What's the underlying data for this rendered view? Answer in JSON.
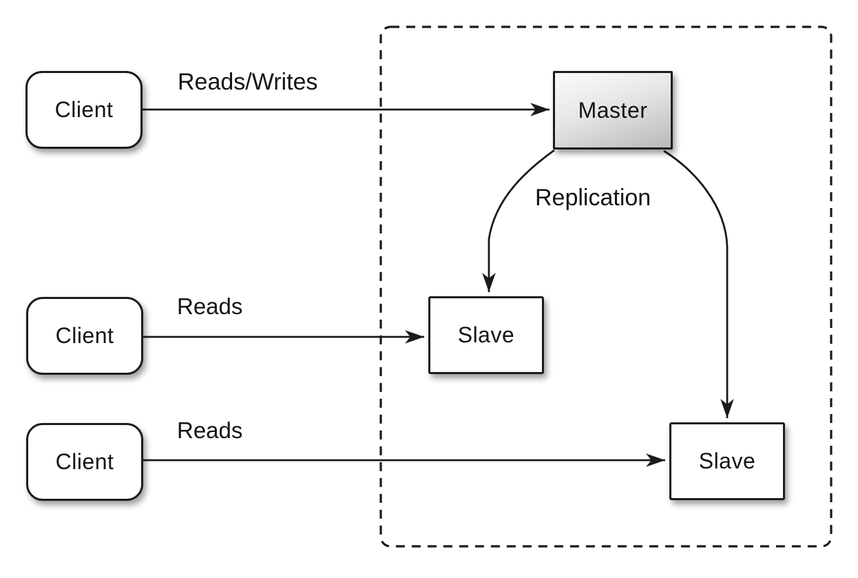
{
  "diagram": {
    "type": "master-slave-replication",
    "nodes": {
      "client1": {
        "label": "Client"
      },
      "client2": {
        "label": "Client"
      },
      "client3": {
        "label": "Client"
      },
      "master": {
        "label": "Master"
      },
      "slave1": {
        "label": "Slave"
      },
      "slave2": {
        "label": "Slave"
      }
    },
    "edge_labels": {
      "reads_writes": "Reads/Writes",
      "reads_middle": "Reads",
      "reads_bottom": "Reads",
      "replication": "Replication"
    },
    "edges": [
      {
        "from": "client1",
        "to": "master",
        "label": "Reads/Writes"
      },
      {
        "from": "client2",
        "to": "slave1",
        "label": "Reads"
      },
      {
        "from": "client3",
        "to": "slave2",
        "label": "Reads"
      },
      {
        "from": "master",
        "to": "slave1",
        "label": "Replication"
      },
      {
        "from": "master",
        "to": "slave2",
        "label": "Replication"
      }
    ],
    "boundary": {
      "style": "dashed",
      "contains": [
        "master",
        "slave1",
        "slave2"
      ]
    },
    "colors": {
      "background": "#ffffff",
      "line": "#1a1a1a",
      "node_border": "#1c1c1c",
      "node_fill": "#ffffff",
      "master_gradient_top": "#fbfbfb",
      "master_gradient_bottom": "#b9b9b9",
      "text": "#141414"
    }
  }
}
